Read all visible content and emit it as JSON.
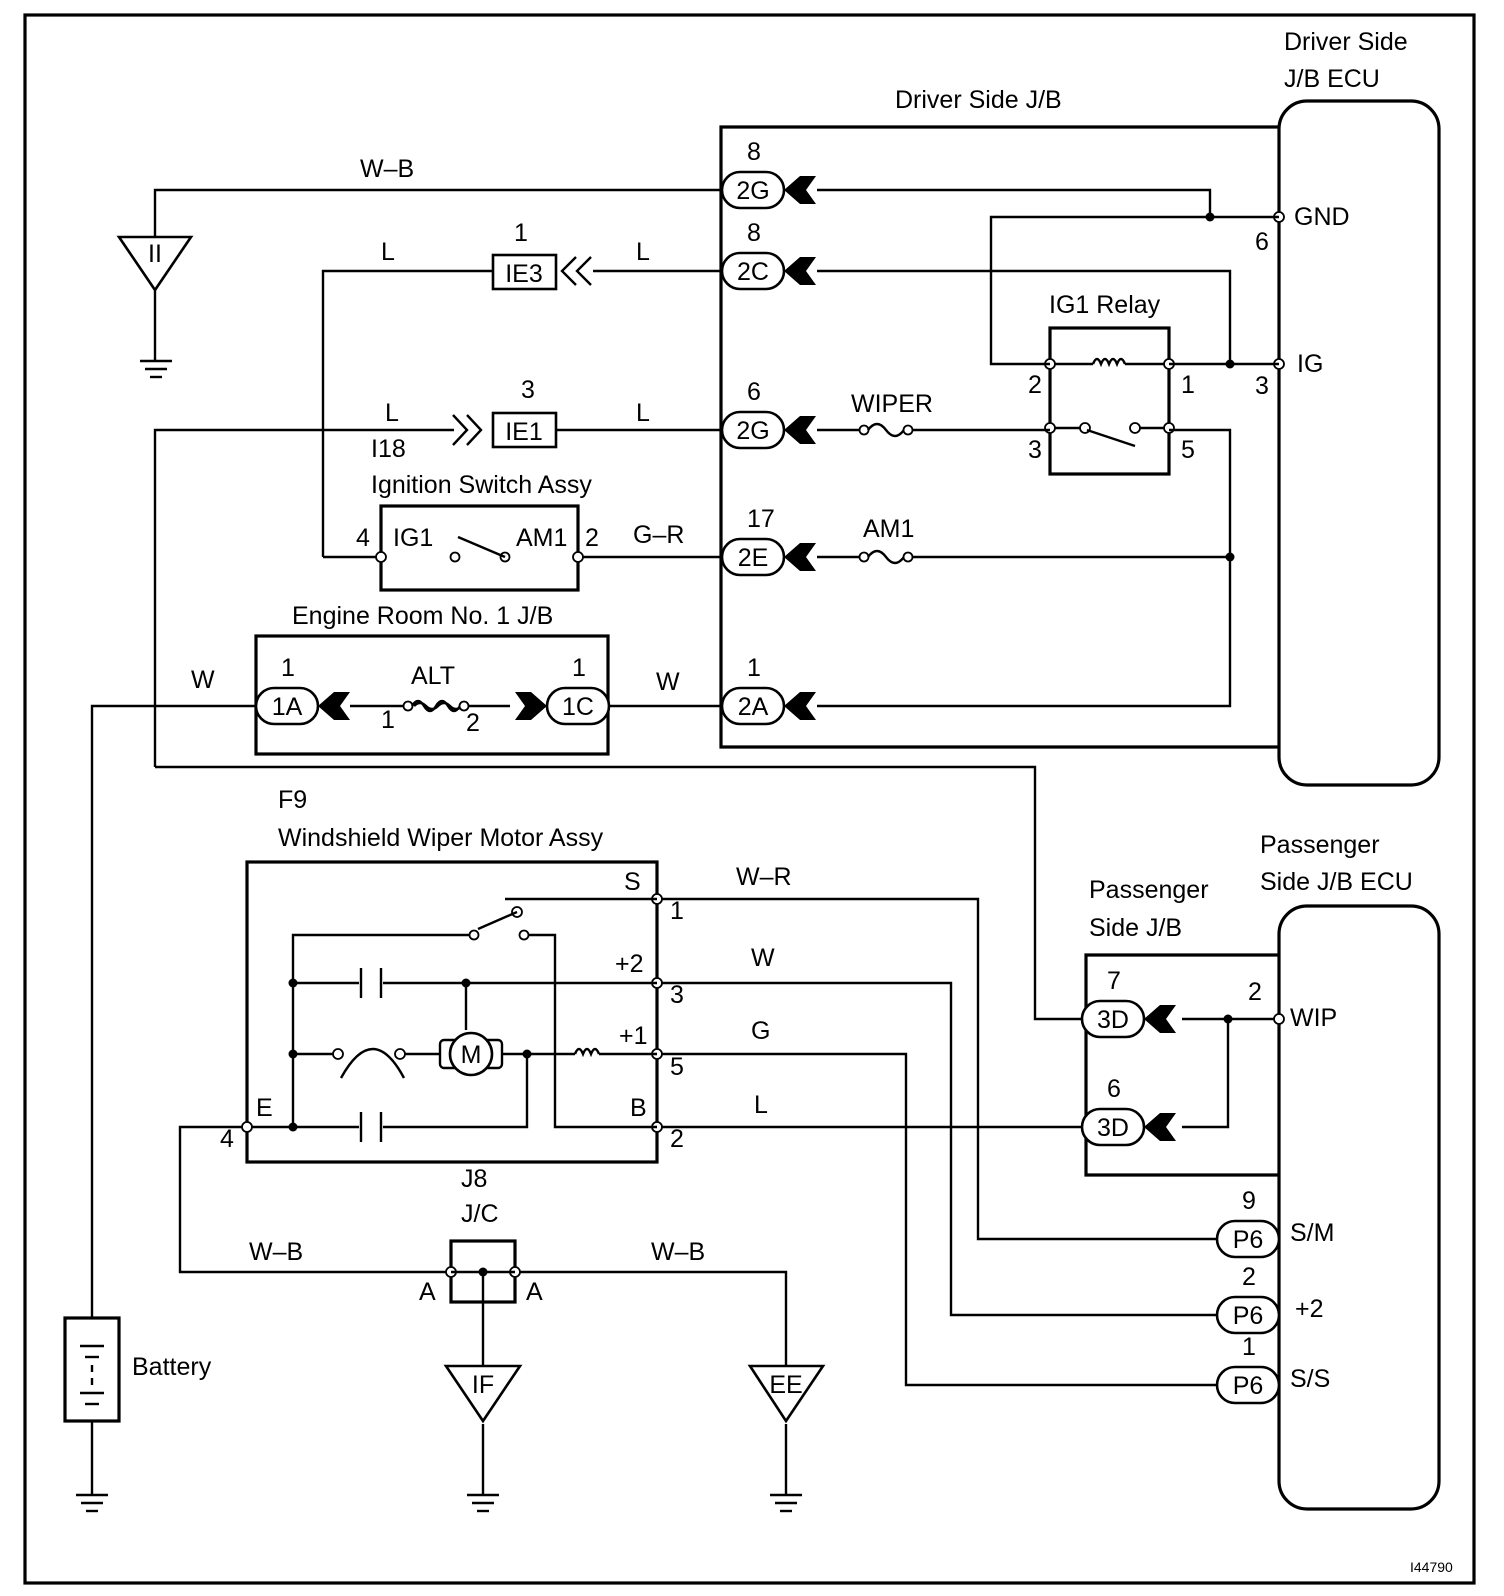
{
  "reference_id": "I44790",
  "components": {
    "driver_side_jb_ecu": "Driver Side\nJ/B ECU",
    "driver_side_jb": "Driver Side J/B",
    "ig1_relay": "IG1 Relay",
    "ignition_switch_code": "I18",
    "ignition_switch": "Ignition Switch Assy",
    "engine_room_jb": "Engine Room No. 1 J/B",
    "wiper_motor_code": "F9",
    "wiper_motor": "Windshield Wiper Motor Assy",
    "passenger_side_jb": "Passenger\nSide J/B",
    "passenger_side_jb_ecu": "Passenger\nSide J/B ECU",
    "junction_code": "J8",
    "junction": "J/C",
    "battery": "Battery"
  },
  "grounds": [
    "II",
    "IF",
    "EE"
  ],
  "connectors": {
    "gnd_2g": "2G",
    "gnd_2g_pin": "8",
    "jb_2c": "2C",
    "jb_2c_pin": "8",
    "ie3": "IE3",
    "ie3_pin": "1",
    "ie1": "IE1",
    "ie1_pin": "3",
    "wiper_2g": "2G",
    "wiper_2g_pin": "6",
    "am1_2e": "2E",
    "am1_2e_pin": "17",
    "jb_2a": "2A",
    "jb_2a_pin": "1",
    "er_1a": "1A",
    "er_1a_pin": "1",
    "er_1c": "1C",
    "er_1c_pin": "1",
    "p_3d_a": "3D",
    "p_3d_a_pin": "7",
    "p_3d_b": "3D",
    "p_3d_b_pin": "6",
    "p6_sm": "P6",
    "p6_sm_pin": "9",
    "p6_p2": "P6",
    "p6_p2_pin": "2",
    "p6_ss": "P6",
    "p6_ss_pin": "1"
  },
  "fuses": {
    "wiper": "WIPER",
    "am1": "AM1",
    "alt": "ALT",
    "alt_pin_in": "1",
    "alt_pin_out": "2"
  },
  "ecu_terminals": {
    "gnd": "GND",
    "gnd_pin": "6",
    "ig": "IG",
    "ig_pin": "3",
    "wip": "WIP",
    "wip_pin": "2",
    "sm": "S/M",
    "p2": "+2",
    "ss": "S/S"
  },
  "relay_pins": [
    "2",
    "1",
    "3",
    "5"
  ],
  "ignition_switch_terminals": {
    "ig1": "IG1",
    "am1": "AM1",
    "ig1_pin": "4",
    "am1_pin": "2"
  },
  "motor_terminals": {
    "s": "S",
    "s_pin": "1",
    "p2": "+2",
    "p2_pin": "3",
    "p1": "+1",
    "p1_pin": "5",
    "b": "B",
    "b_pin": "2",
    "e": "E",
    "e_pin": "4",
    "motor_symbol": "M"
  },
  "junction_pins": {
    "left": "A",
    "right": "A"
  },
  "wire_colors": {
    "ground_top": "W–B",
    "ie3_left": "L",
    "ie3_right": "L",
    "ie1_left": "L",
    "ie1_right": "L",
    "am1_out": "G–R",
    "er_left": "W",
    "er_right": "W",
    "s_wire": "W–R",
    "p2_wire": "W",
    "p1_wire": "G",
    "b_wire": "L",
    "jc_left": "W–B",
    "jc_right": "W–B"
  }
}
